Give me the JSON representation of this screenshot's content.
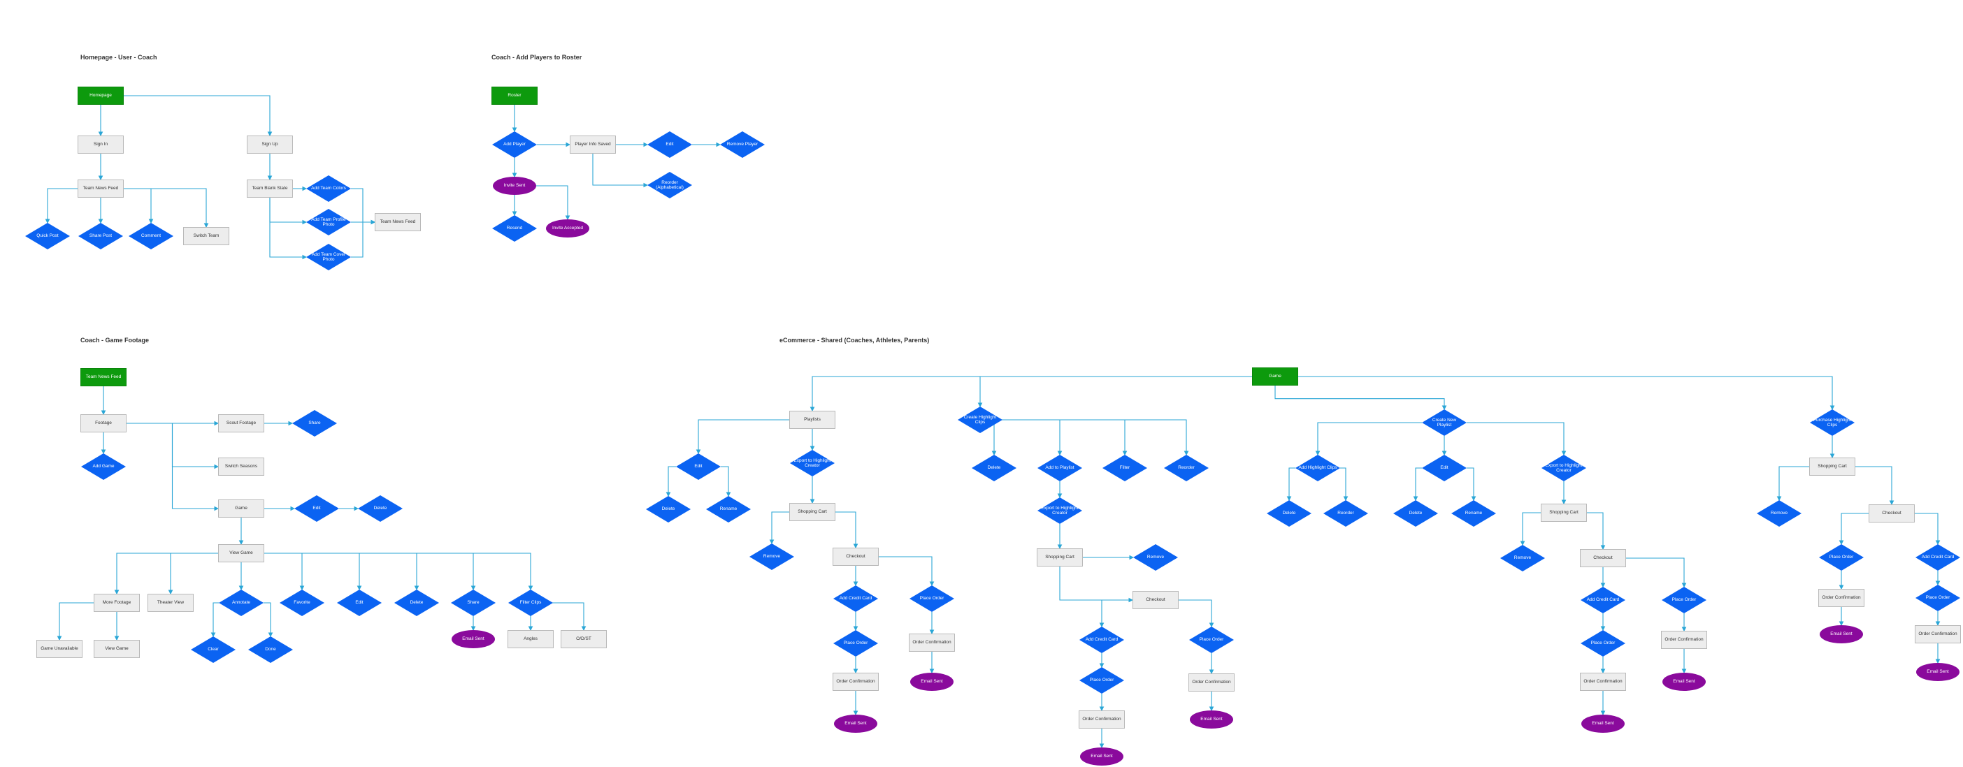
{
  "colors": {
    "process_fill": "#ededed",
    "process_border": "#b9b9b9",
    "start_fill": "#0d9a0d",
    "decision_fill": "#0b63f2",
    "terminal_fill": "#8a0a9c",
    "connector": "#2aa6d6"
  },
  "sections": [
    {
      "id": "homepage",
      "title": "Homepage - User - Coach"
    },
    {
      "id": "roster",
      "title": "Coach - Add Players to Roster"
    },
    {
      "id": "footage",
      "title": "Coach - Game Footage"
    },
    {
      "id": "ecommerce",
      "title": "eCommerce - Shared (Coaches, Athletes, Parents)"
    }
  ],
  "nodes": [
    {
      "id": "h_home",
      "label": "Homepage",
      "shape": "start"
    },
    {
      "id": "h_signin",
      "label": "Sign In",
      "shape": "process"
    },
    {
      "id": "h_signup",
      "label": "Sign Up",
      "shape": "process"
    },
    {
      "id": "h_tnf",
      "label": "Team News Feed",
      "shape": "process"
    },
    {
      "id": "h_tbs",
      "label": "Team Blank State",
      "shape": "process"
    },
    {
      "id": "h_colors",
      "label": "Add Team Colors",
      "shape": "decision"
    },
    {
      "id": "h_photo",
      "label": "Add Team Profile Photo",
      "shape": "decision"
    },
    {
      "id": "h_cover",
      "label": "Add Team Cover Photo",
      "shape": "decision"
    },
    {
      "id": "h_tnf2",
      "label": "Team News Feed",
      "shape": "process"
    },
    {
      "id": "h_quick",
      "label": "Quick Post",
      "shape": "decision"
    },
    {
      "id": "h_share",
      "label": "Share Post",
      "shape": "decision"
    },
    {
      "id": "h_comment",
      "label": "Comment",
      "shape": "decision"
    },
    {
      "id": "h_switch",
      "label": "Switch Team",
      "shape": "process"
    },
    {
      "id": "r_roster",
      "label": "Roster",
      "shape": "start"
    },
    {
      "id": "r_add",
      "label": "Add Player",
      "shape": "decision"
    },
    {
      "id": "r_info",
      "label": "Player Info Saved",
      "shape": "process"
    },
    {
      "id": "r_edit",
      "label": "Edit",
      "shape": "decision"
    },
    {
      "id": "r_remove",
      "label": "Remove Player",
      "shape": "decision"
    },
    {
      "id": "r_reorder",
      "label": "Reorder (Alphabetical)",
      "shape": "decision"
    },
    {
      "id": "r_invite",
      "label": "Invite Sent",
      "shape": "terminal"
    },
    {
      "id": "r_resend",
      "label": "Resend",
      "shape": "decision"
    },
    {
      "id": "r_accepted",
      "label": "Invite Accepted",
      "shape": "terminal"
    },
    {
      "id": "f_tnf",
      "label": "Team News Feed",
      "shape": "start"
    },
    {
      "id": "f_footage",
      "label": "Footage",
      "shape": "process"
    },
    {
      "id": "f_scout",
      "label": "Scout Footage",
      "shape": "process"
    },
    {
      "id": "f_share",
      "label": "Share",
      "shape": "decision"
    },
    {
      "id": "f_seasons",
      "label": "Switch Seasons",
      "shape": "process"
    },
    {
      "id": "f_addgame",
      "label": "Add Game",
      "shape": "decision"
    },
    {
      "id": "f_game",
      "label": "Game",
      "shape": "process"
    },
    {
      "id": "f_edit",
      "label": "Edit",
      "shape": "decision"
    },
    {
      "id": "f_delete",
      "label": "Delete",
      "shape": "decision"
    },
    {
      "id": "f_view",
      "label": "View Game",
      "shape": "process"
    },
    {
      "id": "f_more",
      "label": "More Footage",
      "shape": "process"
    },
    {
      "id": "f_theater",
      "label": "Theater View",
      "shape": "process"
    },
    {
      "id": "f_annotate",
      "label": "Annotate",
      "shape": "decision"
    },
    {
      "id": "f_favorite",
      "label": "Favorite",
      "shape": "decision"
    },
    {
      "id": "f_edit2",
      "label": "Edit",
      "shape": "decision"
    },
    {
      "id": "f_delete2",
      "label": "Delete",
      "shape": "decision"
    },
    {
      "id": "f_share2",
      "label": "Share",
      "shape": "decision"
    },
    {
      "id": "f_filter",
      "label": "Filter Clips",
      "shape": "decision"
    },
    {
      "id": "f_unavail",
      "label": "Game Unavailable",
      "shape": "process"
    },
    {
      "id": "f_viewgame",
      "label": "View Game",
      "shape": "process"
    },
    {
      "id": "f_clear",
      "label": "Clear",
      "shape": "decision"
    },
    {
      "id": "f_done",
      "label": "Done",
      "shape": "decision"
    },
    {
      "id": "f_email",
      "label": "Email Sent",
      "shape": "terminal"
    },
    {
      "id": "f_angles",
      "label": "Angles",
      "shape": "process"
    },
    {
      "id": "f_odset",
      "label": "O/D/ST",
      "shape": "process"
    },
    {
      "id": "e_game",
      "label": "Game",
      "shape": "start"
    },
    {
      "id": "e_playlists",
      "label": "Playlists",
      "shape": "process"
    },
    {
      "id": "e_edit1",
      "label": "Edit",
      "shape": "decision"
    },
    {
      "id": "e_delete1",
      "label": "Delete",
      "shape": "decision"
    },
    {
      "id": "e_rename1",
      "label": "Rename",
      "shape": "decision"
    },
    {
      "id": "e_export1",
      "label": "Export to Highlight Creator",
      "shape": "decision"
    },
    {
      "id": "e_cart1",
      "label": "Shopping Cart",
      "shape": "process"
    },
    {
      "id": "e_remove1",
      "label": "Remove",
      "shape": "decision"
    },
    {
      "id": "e_checkout1",
      "label": "Checkout",
      "shape": "process"
    },
    {
      "id": "e_addcc1",
      "label": "Add Credit Card",
      "shape": "decision"
    },
    {
      "id": "e_placeA1",
      "label": "Place Order",
      "shape": "decision"
    },
    {
      "id": "e_confA1",
      "label": "Order Confirmation",
      "shape": "process"
    },
    {
      "id": "e_mailA1",
      "label": "Email Sent",
      "shape": "terminal"
    },
    {
      "id": "e_placeB1",
      "label": "Place Order",
      "shape": "decision"
    },
    {
      "id": "e_confB1",
      "label": "Order Confirmation",
      "shape": "process"
    },
    {
      "id": "e_mailB1",
      "label": "Email Sent",
      "shape": "terminal"
    },
    {
      "id": "e_clips",
      "label": "Create Highlight Clips",
      "shape": "decision"
    },
    {
      "id": "e_delete2",
      "label": "Delete",
      "shape": "decision"
    },
    {
      "id": "e_addpl",
      "label": "Add to Playlist",
      "shape": "decision"
    },
    {
      "id": "e_filter2",
      "label": "Filter",
      "shape": "decision"
    },
    {
      "id": "e_reorder2",
      "label": "Reorder",
      "shape": "decision"
    },
    {
      "id": "e_export2",
      "label": "Export to Highlight Creator",
      "shape": "decision"
    },
    {
      "id": "e_cart2",
      "label": "Shopping Cart",
      "shape": "process"
    },
    {
      "id": "e_remove2",
      "label": "Remove",
      "shape": "decision"
    },
    {
      "id": "e_checkout2",
      "label": "Checkout",
      "shape": "process"
    },
    {
      "id": "e_addcc2",
      "label": "Add Credit Card",
      "shape": "decision"
    },
    {
      "id": "e_placeA2",
      "label": "Place Order",
      "shape": "decision"
    },
    {
      "id": "e_confA2",
      "label": "Order Confirmation",
      "shape": "process"
    },
    {
      "id": "e_mailA2",
      "label": "Email Sent",
      "shape": "terminal"
    },
    {
      "id": "e_placeB2",
      "label": "Place Order",
      "shape": "decision"
    },
    {
      "id": "e_confB2",
      "label": "Order Confirmation",
      "shape": "process"
    },
    {
      "id": "e_mailB2",
      "label": "Email Sent",
      "shape": "terminal"
    },
    {
      "id": "e_newpl",
      "label": "Create New Playlist",
      "shape": "decision"
    },
    {
      "id": "e_addhc",
      "label": "Add Highlight Clips",
      "shape": "decision"
    },
    {
      "id": "e_delete3",
      "label": "Delete",
      "shape": "decision"
    },
    {
      "id": "e_reorder3",
      "label": "Reorder",
      "shape": "decision"
    },
    {
      "id": "e_edit3",
      "label": "Edit",
      "shape": "decision"
    },
    {
      "id": "e_delete4",
      "label": "Delete",
      "shape": "decision"
    },
    {
      "id": "e_rename3",
      "label": "Rename",
      "shape": "decision"
    },
    {
      "id": "e_export3",
      "label": "Export to Highlight Creator",
      "shape": "decision"
    },
    {
      "id": "e_cart3",
      "label": "Shopping Cart",
      "shape": "process"
    },
    {
      "id": "e_remove3",
      "label": "Remove",
      "shape": "decision"
    },
    {
      "id": "e_checkout3",
      "label": "Checkout",
      "shape": "process"
    },
    {
      "id": "e_addcc3",
      "label": "Add Credit Card",
      "shape": "decision"
    },
    {
      "id": "e_placeA3",
      "label": "Place Order",
      "shape": "decision"
    },
    {
      "id": "e_confA3",
      "label": "Order Confirmation",
      "shape": "process"
    },
    {
      "id": "e_mailA3",
      "label": "Email Sent",
      "shape": "terminal"
    },
    {
      "id": "e_placeB3",
      "label": "Place Order",
      "shape": "decision"
    },
    {
      "id": "e_confB3",
      "label": "Order Confirmation",
      "shape": "process"
    },
    {
      "id": "e_mailB3",
      "label": "Email Sent",
      "shape": "terminal"
    },
    {
      "id": "e_purchase",
      "label": "Purchase Highlight Clips",
      "shape": "decision"
    },
    {
      "id": "e_cart4",
      "label": "Shopping Cart",
      "shape": "process"
    },
    {
      "id": "e_remove4",
      "label": "Remove",
      "shape": "decision"
    },
    {
      "id": "e_checkout4",
      "label": "Checkout",
      "shape": "process"
    },
    {
      "id": "e_placeA4",
      "label": "Place Order",
      "shape": "decision"
    },
    {
      "id": "e_confA4",
      "label": "Order Confirmation",
      "shape": "process"
    },
    {
      "id": "e_mailA4",
      "label": "Email Sent",
      "shape": "terminal"
    },
    {
      "id": "e_addcc4",
      "label": "Add Credit Card",
      "shape": "decision"
    },
    {
      "id": "e_placeB4",
      "label": "Place Order",
      "shape": "decision"
    },
    {
      "id": "e_confB4",
      "label": "Order Confirmation",
      "shape": "process"
    },
    {
      "id": "e_mailB4",
      "label": "Email Sent",
      "shape": "terminal"
    }
  ]
}
